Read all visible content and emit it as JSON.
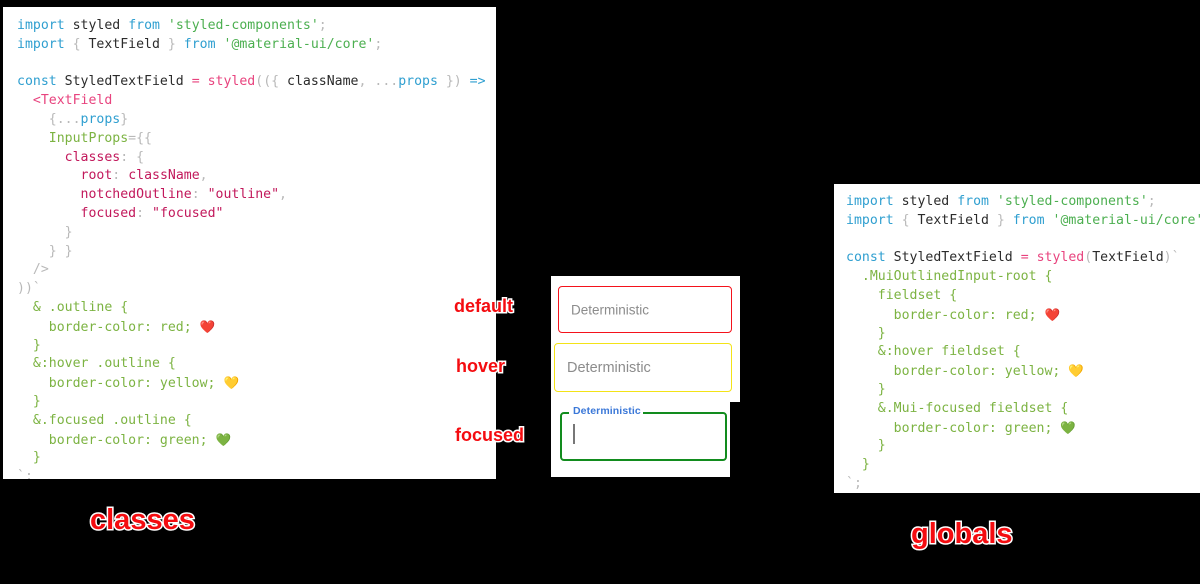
{
  "panels": {
    "classes": {
      "title": "classes",
      "code_lines": [
        [
          {
            "t": "kw",
            "s": "import"
          },
          {
            "t": "sp",
            "s": " "
          },
          {
            "t": "id",
            "s": "styled"
          },
          {
            "t": "sp",
            "s": " "
          },
          {
            "t": "kw",
            "s": "from"
          },
          {
            "t": "sp",
            "s": " "
          },
          {
            "t": "str",
            "s": "'styled-components'"
          },
          {
            "t": "punc",
            "s": ";"
          }
        ],
        [
          {
            "t": "kw",
            "s": "import"
          },
          {
            "t": "sp",
            "s": " "
          },
          {
            "t": "punc",
            "s": "{ "
          },
          {
            "t": "id",
            "s": "TextField"
          },
          {
            "t": "punc",
            "s": " } "
          },
          {
            "t": "kw",
            "s": "from"
          },
          {
            "t": "sp",
            "s": " "
          },
          {
            "t": "str",
            "s": "'@material-ui/core'"
          },
          {
            "t": "punc",
            "s": ";"
          }
        ],
        [],
        [
          {
            "t": "kw",
            "s": "const"
          },
          {
            "t": "sp",
            "s": " "
          },
          {
            "t": "id",
            "s": "StyledTextField"
          },
          {
            "t": "sp",
            "s": " "
          },
          {
            "t": "fn",
            "s": "="
          },
          {
            "t": "sp",
            "s": " "
          },
          {
            "t": "fn",
            "s": "styled"
          },
          {
            "t": "punc",
            "s": "(({ "
          },
          {
            "t": "id",
            "s": "className"
          },
          {
            "t": "punc",
            "s": ", "
          },
          {
            "t": "punc",
            "s": "..."
          },
          {
            "t": "prop2",
            "s": "props"
          },
          {
            "t": "punc",
            "s": " }) "
          },
          {
            "t": "arrow",
            "s": "=>"
          },
          {
            "t": "punc",
            "s": " ("
          }
        ],
        [
          {
            "t": "sp",
            "s": "  "
          },
          {
            "t": "fn",
            "s": "<TextField"
          }
        ],
        [
          {
            "t": "sp",
            "s": "    "
          },
          {
            "t": "punc",
            "s": "{..."
          },
          {
            "t": "prop2",
            "s": "props"
          },
          {
            "t": "punc",
            "s": "}"
          }
        ],
        [
          {
            "t": "sp",
            "s": "    "
          },
          {
            "t": "prop",
            "s": "InputProps"
          },
          {
            "t": "punc",
            "s": "={{"
          }
        ],
        [
          {
            "t": "sp",
            "s": "      "
          },
          {
            "t": "key",
            "s": "classes"
          },
          {
            "t": "punc",
            "s": ": {"
          }
        ],
        [
          {
            "t": "sp",
            "s": "        "
          },
          {
            "t": "key",
            "s": "root"
          },
          {
            "t": "punc",
            "s": ": "
          },
          {
            "t": "key",
            "s": "className"
          },
          {
            "t": "punc",
            "s": ","
          }
        ],
        [
          {
            "t": "sp",
            "s": "        "
          },
          {
            "t": "key",
            "s": "notchedOutline"
          },
          {
            "t": "punc",
            "s": ": "
          },
          {
            "t": "key",
            "s": "\"outline\""
          },
          {
            "t": "punc",
            "s": ","
          }
        ],
        [
          {
            "t": "sp",
            "s": "        "
          },
          {
            "t": "key",
            "s": "focused"
          },
          {
            "t": "punc",
            "s": ": "
          },
          {
            "t": "key",
            "s": "\"focused\""
          }
        ],
        [
          {
            "t": "sp",
            "s": "      "
          },
          {
            "t": "punc",
            "s": "}"
          }
        ],
        [
          {
            "t": "sp",
            "s": "    "
          },
          {
            "t": "punc",
            "s": "} }"
          }
        ],
        [
          {
            "t": "sp",
            "s": "  "
          },
          {
            "t": "punc",
            "s": "/>"
          }
        ],
        [
          {
            "t": "punc",
            "s": "))`"
          }
        ],
        [
          {
            "t": "sp",
            "s": "  "
          },
          {
            "t": "sel",
            "s": "& .outline {"
          }
        ],
        [
          {
            "t": "sp",
            "s": "    "
          },
          {
            "t": "sel",
            "s": "border-color: red;"
          },
          {
            "t": "sp",
            "s": " "
          },
          {
            "t": "emoji",
            "s": "❤️"
          }
        ],
        [
          {
            "t": "sp",
            "s": "  "
          },
          {
            "t": "sel",
            "s": "}"
          }
        ],
        [
          {
            "t": "sp",
            "s": "  "
          },
          {
            "t": "sel",
            "s": "&:hover .outline {"
          }
        ],
        [
          {
            "t": "sp",
            "s": "    "
          },
          {
            "t": "sel",
            "s": "border-color: yellow;"
          },
          {
            "t": "sp",
            "s": " "
          },
          {
            "t": "emoji",
            "s": "💛"
          }
        ],
        [
          {
            "t": "sp",
            "s": "  "
          },
          {
            "t": "sel",
            "s": "}"
          }
        ],
        [
          {
            "t": "sp",
            "s": "  "
          },
          {
            "t": "sel",
            "s": "&.focused .outline {"
          }
        ],
        [
          {
            "t": "sp",
            "s": "    "
          },
          {
            "t": "sel",
            "s": "border-color: green;"
          },
          {
            "t": "sp",
            "s": " "
          },
          {
            "t": "emoji",
            "s": "💚"
          }
        ],
        [
          {
            "t": "sp",
            "s": "  "
          },
          {
            "t": "sel",
            "s": "}"
          }
        ],
        [
          {
            "t": "punc",
            "s": "`;"
          }
        ]
      ]
    },
    "globals": {
      "title": "globals",
      "code_lines": [
        [
          {
            "t": "kw",
            "s": "import"
          },
          {
            "t": "sp",
            "s": " "
          },
          {
            "t": "id",
            "s": "styled"
          },
          {
            "t": "sp",
            "s": " "
          },
          {
            "t": "kw",
            "s": "from"
          },
          {
            "t": "sp",
            "s": " "
          },
          {
            "t": "str",
            "s": "'styled-components'"
          },
          {
            "t": "punc",
            "s": ";"
          }
        ],
        [
          {
            "t": "kw",
            "s": "import"
          },
          {
            "t": "sp",
            "s": " "
          },
          {
            "t": "punc",
            "s": "{ "
          },
          {
            "t": "id",
            "s": "TextField"
          },
          {
            "t": "punc",
            "s": " } "
          },
          {
            "t": "kw",
            "s": "from"
          },
          {
            "t": "sp",
            "s": " "
          },
          {
            "t": "str",
            "s": "'@material-ui/core'"
          },
          {
            "t": "punc",
            "s": ";"
          }
        ],
        [],
        [
          {
            "t": "kw",
            "s": "const"
          },
          {
            "t": "sp",
            "s": " "
          },
          {
            "t": "id",
            "s": "StyledTextField"
          },
          {
            "t": "sp",
            "s": " "
          },
          {
            "t": "fn",
            "s": "="
          },
          {
            "t": "sp",
            "s": " "
          },
          {
            "t": "fn",
            "s": "styled"
          },
          {
            "t": "punc",
            "s": "("
          },
          {
            "t": "id",
            "s": "TextField"
          },
          {
            "t": "punc",
            "s": ")`"
          }
        ],
        [
          {
            "t": "sp",
            "s": "  "
          },
          {
            "t": "sel",
            "s": ".MuiOutlinedInput-root {"
          }
        ],
        [
          {
            "t": "sp",
            "s": "    "
          },
          {
            "t": "sel",
            "s": "fieldset {"
          }
        ],
        [
          {
            "t": "sp",
            "s": "      "
          },
          {
            "t": "sel",
            "s": "border-color: red;"
          },
          {
            "t": "sp",
            "s": " "
          },
          {
            "t": "emoji",
            "s": "❤️"
          }
        ],
        [
          {
            "t": "sp",
            "s": "    "
          },
          {
            "t": "sel",
            "s": "}"
          }
        ],
        [
          {
            "t": "sp",
            "s": "    "
          },
          {
            "t": "sel",
            "s": "&:hover fieldset {"
          }
        ],
        [
          {
            "t": "sp",
            "s": "      "
          },
          {
            "t": "sel",
            "s": "border-color: yellow;"
          },
          {
            "t": "sp",
            "s": " "
          },
          {
            "t": "emoji",
            "s": "💛"
          }
        ],
        [
          {
            "t": "sp",
            "s": "    "
          },
          {
            "t": "sel",
            "s": "}"
          }
        ],
        [
          {
            "t": "sp",
            "s": "    "
          },
          {
            "t": "sel",
            "s": "&.Mui-focused fieldset {"
          }
        ],
        [
          {
            "t": "sp",
            "s": "      "
          },
          {
            "t": "sel",
            "s": "border-color: green;"
          },
          {
            "t": "sp",
            "s": " "
          },
          {
            "t": "emoji",
            "s": "💚"
          }
        ],
        [
          {
            "t": "sp",
            "s": "    "
          },
          {
            "t": "sel",
            "s": "}"
          }
        ],
        [
          {
            "t": "sp",
            "s": "  "
          },
          {
            "t": "sel",
            "s": "}"
          }
        ],
        [
          {
            "t": "punc",
            "s": "`;"
          }
        ]
      ]
    }
  },
  "demo": {
    "fields": [
      {
        "state_label": "default",
        "value": "Deterministic",
        "border_color": "#f4121b",
        "floating_label": null
      },
      {
        "state_label": "hover",
        "value": "Deterministic",
        "border_color": "#f3e317",
        "floating_label": null
      },
      {
        "state_label": "focused",
        "value": "",
        "border_color": "#128c1e",
        "floating_label": "Deterministic"
      }
    ]
  },
  "colors": {
    "background": "#000000",
    "panel": "#ffffff",
    "annotation": "#f40c10",
    "keyword": "#2f9fd0",
    "string": "#4caf50",
    "function": "#e8437e",
    "property": "#7cb342",
    "object_key": "#c2185b",
    "float_label": "#3b78d8",
    "placeholder_text": "#8c8c8c"
  }
}
